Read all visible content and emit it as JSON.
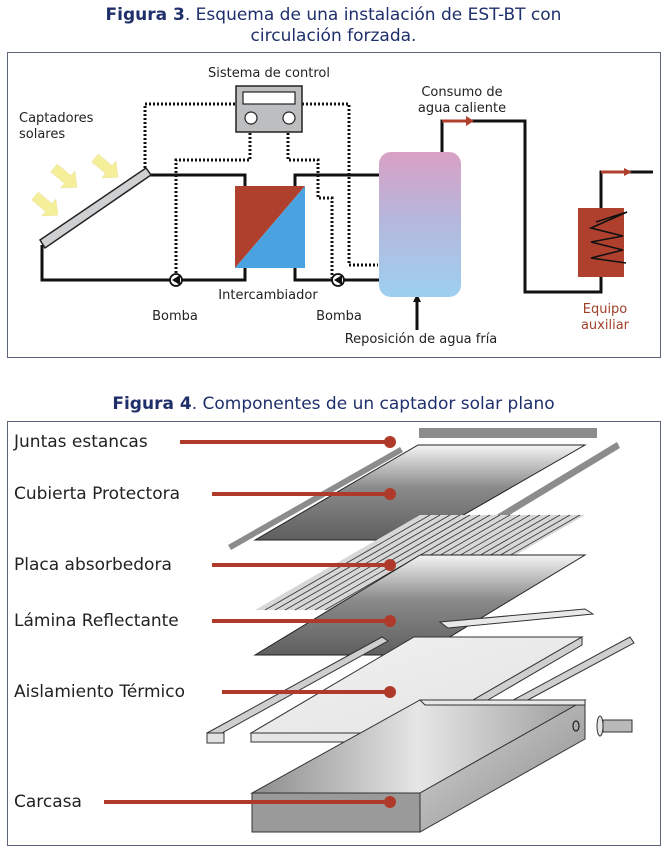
{
  "figure3": {
    "title_bold": "Figura 3",
    "title_rest": ". Esquema de una instalación de EST-BT con",
    "title_line2": "circulación forzada.",
    "labels": {
      "control": "Sistema de control",
      "collectors_1": "Captadores",
      "collectors_2": "solares",
      "hot_water_1": "Consumo de",
      "hot_water_2": "agua caliente",
      "pump_left": "Bomba",
      "exchanger": "Intercambiador",
      "pump_right": "Bomba",
      "cold_water": "Reposición de agua fría",
      "aux_1": "Equipo",
      "aux_2": "auxiliar"
    },
    "colors": {
      "title": "#1f2f6b",
      "hot": "#b0402e",
      "cold": "#4aa3e0",
      "aux_text": "#a0402a",
      "sun_arrow": "#f5ef9a"
    }
  },
  "figure4": {
    "title_bold": "Figura 4",
    "title_rest": ". Componentes de un captador solar plano",
    "components": [
      {
        "label": "Juntas estancas"
      },
      {
        "label": "Cubierta Protectora"
      },
      {
        "label": "Placa absorbedora"
      },
      {
        "label": "Lámina Reflectante"
      },
      {
        "label": "Aislamiento Térmico"
      },
      {
        "label": "Carcasa"
      }
    ],
    "colors": {
      "leader": "#b03a2a"
    }
  }
}
